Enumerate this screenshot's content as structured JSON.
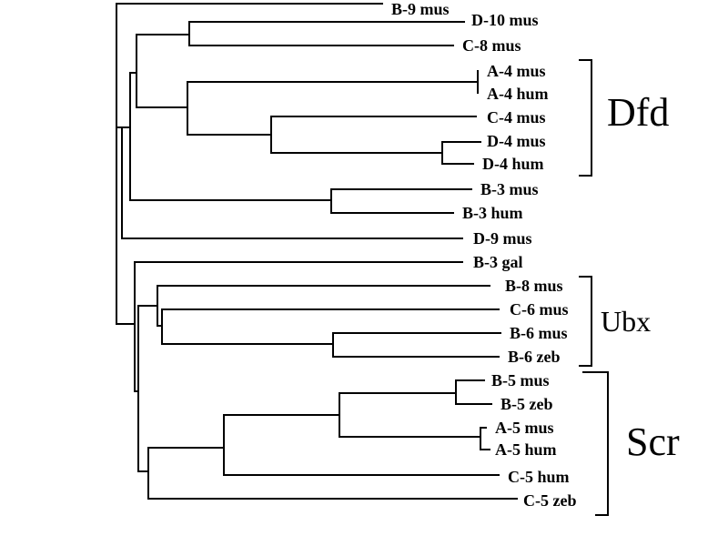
{
  "leaves": {
    "b9mus": "B-9 mus",
    "d10mus": "D-10 mus",
    "c8mus": "C-8 mus",
    "a4mus": "A-4 mus",
    "a4hum": "A-4 hum",
    "c4mus": "C-4 mus",
    "d4mus": "D-4 mus",
    "d4hum": "D-4 hum",
    "b3mus": "B-3 mus",
    "b3hum": "B-3 hum",
    "d9mus": "D-9 mus",
    "b3gal": "B-3 gal",
    "b8mus": "B-8 mus",
    "c6mus": "C-6 mus",
    "b6mus": "B-6 mus",
    "b6zeb": "B-6 zeb",
    "b5mus": "B-5 mus",
    "b5zeb": "B-5 zeb",
    "a5mus": "A-5 mus",
    "a5hum": "A-5 hum",
    "c5hum": "C-5 hum",
    "c5zeb": "C-5 zeb"
  },
  "groups": {
    "dfd": "Dfd",
    "ubx": "Ubx",
    "scr": "Scr"
  }
}
